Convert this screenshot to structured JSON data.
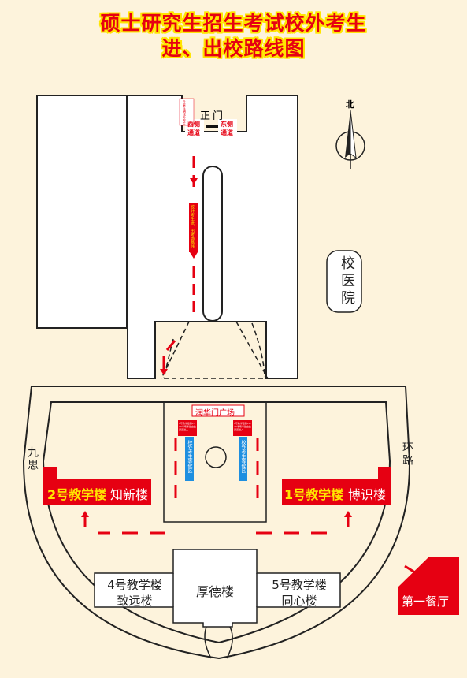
{
  "title": {
    "line1": "硕士研究生招生考试校外考生",
    "line2": "进、出校路线图"
  },
  "gate": {
    "name": "正门",
    "west": "西侧",
    "east": "东侧",
    "west_sub": "通道",
    "east_sub": "通道",
    "west_note": "外来车辆校外考生"
  },
  "compass": {
    "north": "北"
  },
  "route_banner": "校外考生进、出考场路线",
  "plaza": {
    "name": "润华门广场",
    "left_sign": "1号教学楼第1-10考场考生由此通道进入",
    "right_sign": "1号教学楼第11-20考场考生由此通道进入",
    "left_blue": "校外考生等候区",
    "right_blue": "校外考生等候区"
  },
  "road": {
    "west": "九思",
    "east": "环路"
  },
  "buildings": {
    "hospital": "校医院",
    "b2_num": "2号教学楼",
    "b2_name": "知新楼",
    "b1_num": "1号教学楼",
    "b1_name": "博识楼",
    "b4_num": "4号教学楼",
    "b4_name": "致远楼",
    "hode": "厚德楼",
    "b5_num": "5号教学楼",
    "b5_name": "同心楼",
    "canteen": "第一餐厅"
  },
  "colors": {
    "title_red": "#e60012",
    "title_outline": "#ffe500",
    "building_red": "#e60012",
    "route_red": "#e60012",
    "wait_blue": "#1e8fe0",
    "background": "#fdf3dc"
  }
}
